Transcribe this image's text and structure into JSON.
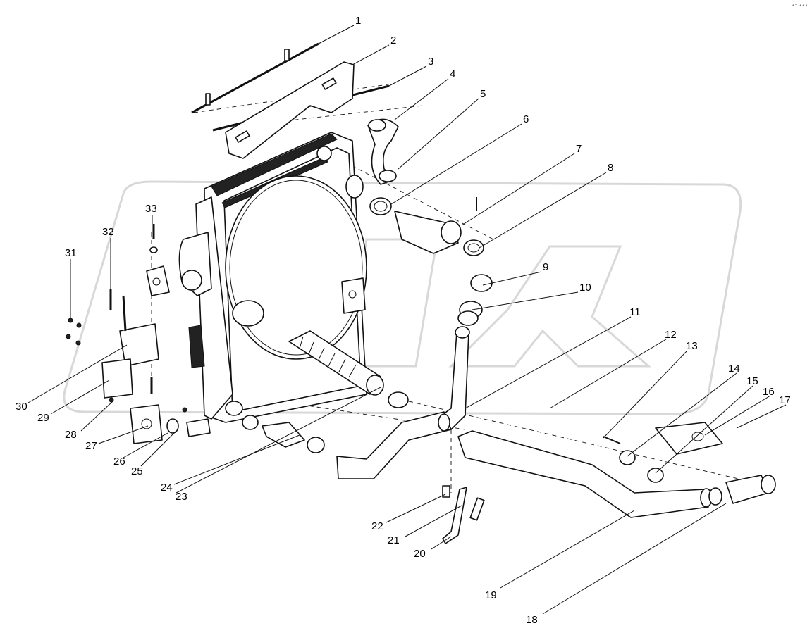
{
  "corner_mark": "•'' •••",
  "callouts": [
    {
      "id": "1",
      "label": "1"
    },
    {
      "id": "2",
      "label": "2"
    },
    {
      "id": "3",
      "label": "3"
    },
    {
      "id": "4",
      "label": "4"
    },
    {
      "id": "5",
      "label": "5"
    },
    {
      "id": "6",
      "label": "6"
    },
    {
      "id": "7",
      "label": "7"
    },
    {
      "id": "8",
      "label": "8"
    },
    {
      "id": "9",
      "label": "9"
    },
    {
      "id": "10",
      "label": "10"
    },
    {
      "id": "11",
      "label": "11"
    },
    {
      "id": "12",
      "label": "12"
    },
    {
      "id": "13",
      "label": "13"
    },
    {
      "id": "14",
      "label": "14"
    },
    {
      "id": "15",
      "label": "15"
    },
    {
      "id": "16",
      "label": "16"
    },
    {
      "id": "17",
      "label": "17"
    },
    {
      "id": "18",
      "label": "18"
    },
    {
      "id": "19",
      "label": "19"
    },
    {
      "id": "20",
      "label": "20"
    },
    {
      "id": "21",
      "label": "21"
    },
    {
      "id": "22",
      "label": "22"
    },
    {
      "id": "23",
      "label": "23"
    },
    {
      "id": "24",
      "label": "24"
    },
    {
      "id": "25",
      "label": "25"
    },
    {
      "id": "26",
      "label": "26"
    },
    {
      "id": "27",
      "label": "27"
    },
    {
      "id": "28",
      "label": "28"
    },
    {
      "id": "29",
      "label": "29"
    },
    {
      "id": "30",
      "label": "30"
    },
    {
      "id": "31",
      "label": "31"
    },
    {
      "id": "32",
      "label": "32"
    },
    {
      "id": "33",
      "label": "33"
    }
  ]
}
